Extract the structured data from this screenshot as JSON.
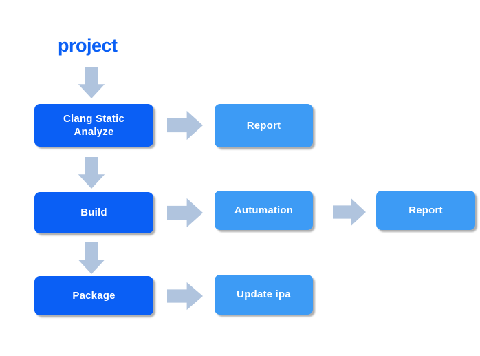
{
  "diagram": {
    "title": "project",
    "colors": {
      "dark_box": "#0a5ff5",
      "light_box": "#3d9bf5",
      "arrow": "#b0c4de",
      "title_text": "#0a5ff5",
      "box_text": "#ffffff",
      "background": "#ffffff"
    },
    "nodes": [
      {
        "id": "clang-static-analyze",
        "label": "Clang Static\nAnalyze",
        "line1": "Clang Static",
        "line2": "Analyze",
        "style": "dark",
        "row": 1,
        "column": 1
      },
      {
        "id": "report-1",
        "label": "Report",
        "style": "light",
        "row": 1,
        "column": 2
      },
      {
        "id": "build",
        "label": "Build",
        "style": "dark",
        "row": 2,
        "column": 1
      },
      {
        "id": "autumation",
        "label": "Autumation",
        "style": "light",
        "row": 2,
        "column": 2
      },
      {
        "id": "report-2",
        "label": "Report",
        "style": "light",
        "row": 2,
        "column": 3
      },
      {
        "id": "package",
        "label": "Package",
        "style": "dark",
        "row": 3,
        "column": 1
      },
      {
        "id": "update-ipa",
        "label": "Update ipa",
        "style": "light",
        "row": 3,
        "column": 2
      }
    ],
    "arrows": [
      {
        "id": "project-to-clang",
        "direction": "down",
        "from": "project",
        "to": "clang-static-analyze"
      },
      {
        "id": "clang-to-report",
        "direction": "right",
        "from": "clang-static-analyze",
        "to": "report-1"
      },
      {
        "id": "clang-to-build",
        "direction": "down",
        "from": "clang-static-analyze",
        "to": "build"
      },
      {
        "id": "build-to-autumation",
        "direction": "right",
        "from": "build",
        "to": "autumation"
      },
      {
        "id": "autumation-to-report",
        "direction": "right",
        "from": "autumation",
        "to": "report-2"
      },
      {
        "id": "build-to-package",
        "direction": "down",
        "from": "build",
        "to": "package"
      },
      {
        "id": "package-to-update-ipa",
        "direction": "right",
        "from": "package",
        "to": "update-ipa"
      }
    ]
  }
}
